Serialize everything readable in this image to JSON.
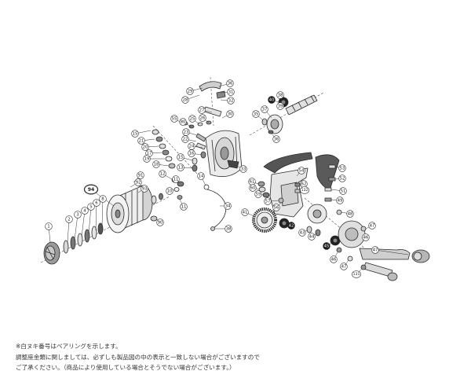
{
  "diagram": {
    "callouts": [
      {
        "n": "36"
      },
      {
        "n": "29"
      },
      {
        "n": "28"
      },
      {
        "n": "31"
      },
      {
        "n": "32"
      },
      {
        "n": "27"
      },
      {
        "n": "30"
      },
      {
        "n": "55"
      },
      {
        "n": "80"
      },
      {
        "n": "25"
      },
      {
        "n": "26"
      },
      {
        "n": "15"
      },
      {
        "n": "21"
      },
      {
        "n": "20"
      },
      {
        "n": "17"
      },
      {
        "n": "19"
      },
      {
        "n": "23"
      },
      {
        "n": "22"
      },
      {
        "n": "24"
      },
      {
        "n": "16"
      },
      {
        "n": "18"
      },
      {
        "n": "15"
      },
      {
        "n": "13"
      },
      {
        "n": "12"
      },
      {
        "n": "11"
      },
      {
        "n": "14"
      },
      {
        "n": "10"
      },
      {
        "n": "11"
      },
      {
        "n": "38"
      },
      {
        "n": "40",
        "bearing": true
      },
      {
        "n": "39"
      },
      {
        "n": "37"
      },
      {
        "n": "35"
      },
      {
        "n": "36"
      },
      {
        "n": "33"
      },
      {
        "n": "54"
      },
      {
        "n": "53"
      },
      {
        "n": "52"
      },
      {
        "n": "51"
      },
      {
        "n": "49"
      },
      {
        "n": "48"
      },
      {
        "n": "47"
      },
      {
        "n": "46"
      },
      {
        "n": "47"
      },
      {
        "n": "45",
        "bearing": true
      },
      {
        "n": "44"
      },
      {
        "n": "43"
      },
      {
        "n": "46"
      },
      {
        "n": "47"
      },
      {
        "n": "131"
      },
      {
        "n": "42",
        "bearing": true
      },
      {
        "n": "41"
      },
      {
        "n": "61"
      },
      {
        "n": "60"
      },
      {
        "n": "59"
      },
      {
        "n": "57"
      },
      {
        "n": "56"
      },
      {
        "n": "62"
      },
      {
        "n": "132"
      },
      {
        "n": "34"
      },
      {
        "n": "38"
      },
      {
        "n": "94",
        "oval": true
      },
      {
        "n": "91"
      },
      {
        "n": "92"
      },
      {
        "n": "93"
      },
      {
        "n": "8"
      },
      {
        "n": "6"
      },
      {
        "n": "5"
      },
      {
        "n": "4"
      },
      {
        "n": "3"
      },
      {
        "n": "2"
      },
      {
        "n": "1"
      },
      {
        "n": "90"
      }
    ]
  },
  "notes": {
    "line1": "※白ヌキ番号はベアリングを示します。",
    "line2": "調整座金類に関しましては、必ずしも製品図の中の表示と一致しない場合がございますので",
    "line3": "ご了承ください。（商品により使用している場合とそうでない場合がございます。）"
  }
}
